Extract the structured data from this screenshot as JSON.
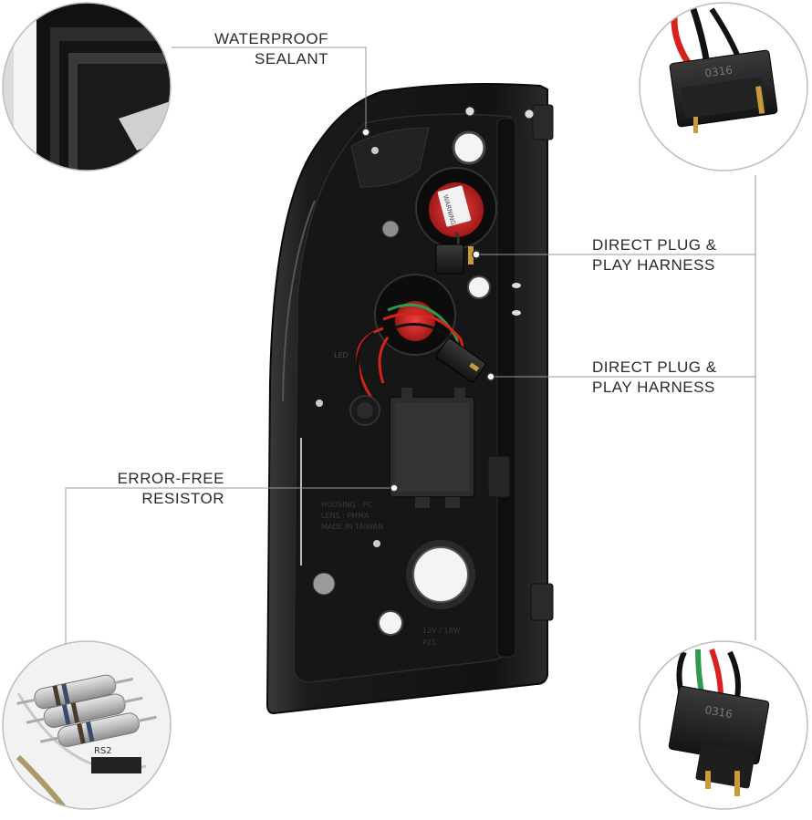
{
  "callouts": {
    "waterproof": {
      "line1": "WATERPROOF",
      "line2": "SEALANT"
    },
    "harness_top": {
      "line1": "DIRECT PLUG &",
      "line2": "PLAY HARNESS"
    },
    "harness_mid": {
      "line1": "DIRECT PLUG &",
      "line2": "PLAY HARNESS"
    },
    "resistor": {
      "line1": "ERROR-FREE",
      "line2": "RESISTOR"
    }
  },
  "housing_text": {
    "warning": "WARNING",
    "housing": "HOUSING : PC",
    "lens": "LENS : PMMA",
    "made_in": "MADE IN TAIWAN",
    "led": "LED",
    "voltage": "12V / 18W",
    "code": "P21",
    "connector_code": "0316",
    "resistor_code": "RS2"
  },
  "colors": {
    "housing": "#1c1c1c",
    "wire_red": "#d8201c",
    "wire_green": "#2f9a4b",
    "wire_black": "#111111",
    "label_text": "#2b2b2b"
  }
}
